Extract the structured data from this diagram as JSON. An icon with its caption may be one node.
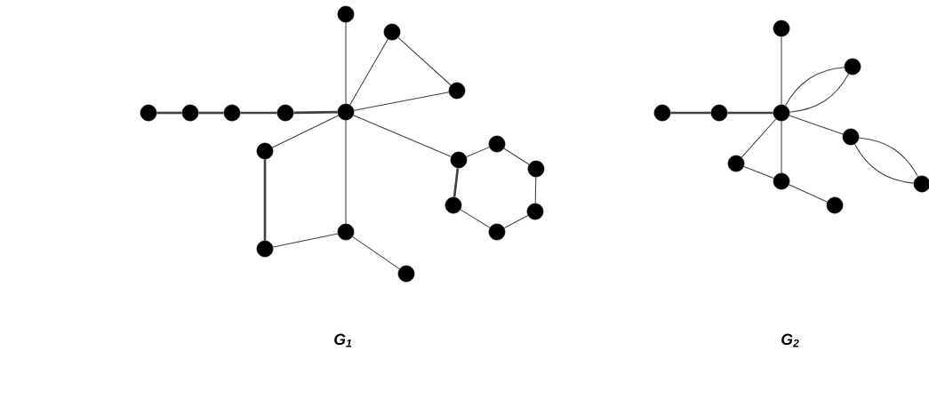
{
  "diagram": {
    "nodes": [
      {
        "text": [],
        "shape": "circle"
      },
      {
        "text": [],
        "shape": "circle"
      },
      {
        "text": [],
        "shape": "circle"
      },
      {
        "text": [],
        "shape": "circle"
      },
      {
        "text": [],
        "shape": "circle"
      },
      {
        "text": [],
        "shape": "circle"
      },
      {
        "text": [],
        "shape": "circle"
      },
      {
        "text": [],
        "shape": "circle"
      },
      {
        "text": [],
        "shape": "circle"
      },
      {
        "text": [],
        "shape": "circle"
      },
      {
        "text": [],
        "shape": "circle"
      },
      {
        "text": [],
        "shape": "circle"
      },
      {
        "text": [],
        "shape": "circle"
      },
      {
        "text": [],
        "shape": "circle"
      },
      {
        "text": [],
        "shape": "circle"
      },
      {
        "text": [],
        "shape": "circle"
      },
      {
        "text": [],
        "shape": "circle"
      },
      {
        "text": [],
        "shape": "circle"
      },
      {
        "text": [],
        "shape": "circle"
      },
      {
        "text": [],
        "shape": "circle"
      },
      {
        "text": [],
        "shape": "circle"
      },
      {
        "text": [],
        "shape": "circle"
      },
      {
        "text": [],
        "shape": "circle"
      },
      {
        "text": [],
        "shape": "circle"
      },
      {
        "text": [],
        "shape": "circle"
      },
      {
        "text": [],
        "shape": "circle"
      },
      {
        "text": [],
        "shape": "circle"
      },
      {
        "text": [],
        "shape": "circle"
      }
    ],
    "edges": [
      {
        "from": 6,
        "to": 0,
        "arrow": "none"
      },
      {
        "from": 6,
        "to": 1,
        "arrow": "none"
      },
      {
        "from": 1,
        "to": 7,
        "arrow": "none"
      },
      {
        "from": 6,
        "to": 7,
        "arrow": "none"
      },
      {
        "from": 2,
        "to": 3,
        "arrow": "none",
        "style": "thick"
      },
      {
        "from": 3,
        "to": 4,
        "arrow": "none",
        "style": "thick"
      },
      {
        "from": 4,
        "to": 5,
        "arrow": "none",
        "style": "thick"
      },
      {
        "from": 5,
        "to": 6,
        "arrow": "none",
        "style": "thick"
      },
      {
        "from": 6,
        "to": 8,
        "arrow": "none"
      },
      {
        "from": 8,
        "to": 15,
        "arrow": "none",
        "style": "thick"
      },
      {
        "from": 15,
        "to": 16,
        "arrow": "none"
      },
      {
        "from": 6,
        "to": 16,
        "arrow": "none"
      },
      {
        "from": 16,
        "to": 17,
        "arrow": "none"
      },
      {
        "from": 6,
        "to": 9,
        "arrow": "none"
      },
      {
        "from": 9,
        "to": 10,
        "arrow": "none"
      },
      {
        "from": 10,
        "to": 11,
        "arrow": "none"
      },
      {
        "from": 11,
        "to": 13,
        "arrow": "none"
      },
      {
        "from": 13,
        "to": 14,
        "arrow": "none"
      },
      {
        "from": 14,
        "to": 12,
        "arrow": "none"
      },
      {
        "from": 12,
        "to": 9,
        "arrow": "none",
        "style": "thick"
      },
      {
        "from": 22,
        "to": 18,
        "arrow": "none"
      },
      {
        "from": 20,
        "to": 21,
        "arrow": "none",
        "style": "thick"
      },
      {
        "from": 21,
        "to": 22,
        "arrow": "none",
        "style": "thick"
      },
      {
        "from": 22,
        "to": 19,
        "arrow": "none"
      },
      {
        "from": 22,
        "to": 19,
        "arrow": "none"
      },
      {
        "from": 22,
        "to": 23,
        "arrow": "none"
      },
      {
        "from": 23,
        "to": 26,
        "arrow": "none"
      },
      {
        "from": 23,
        "to": 26,
        "arrow": "none"
      },
      {
        "from": 22,
        "to": 24,
        "arrow": "none"
      },
      {
        "from": 24,
        "to": 25,
        "arrow": "none"
      },
      {
        "from": 22,
        "to": 25,
        "arrow": "none"
      },
      {
        "from": 25,
        "to": 27,
        "arrow": "none"
      }
    ],
    "labels": [
      "G$_{1}$",
      "G$_{2}$"
    ]
  }
}
